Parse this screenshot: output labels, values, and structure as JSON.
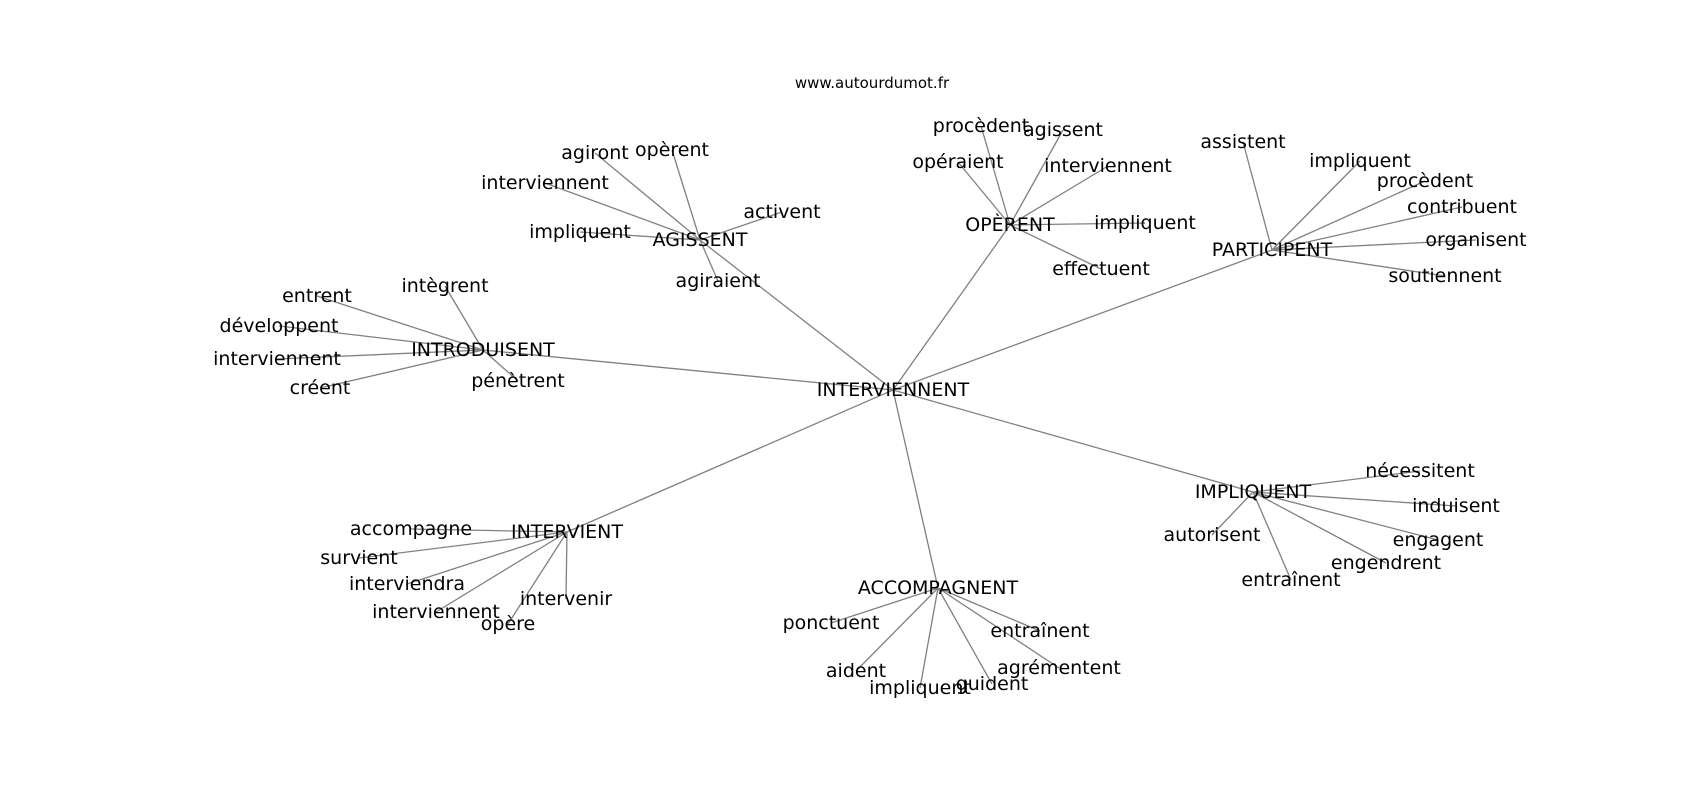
{
  "watermark": "www.autourdumot.fr",
  "center": "INTERVIENNENT",
  "hubs": [
    {
      "id": "agissent",
      "label": "AGISSENT",
      "leaves": [
        {
          "id": "agissent-agiront",
          "label": "agiront"
        },
        {
          "id": "agissent-operent",
          "label": "opèrent"
        },
        {
          "id": "agissent-interviennent",
          "label": "interviennent"
        },
        {
          "id": "agissent-activent",
          "label": "activent"
        },
        {
          "id": "agissent-impliquent",
          "label": "impliquent"
        },
        {
          "id": "agissent-agiraient",
          "label": "agiraient"
        }
      ]
    },
    {
      "id": "operent",
      "label": "OPÈRENT",
      "leaves": [
        {
          "id": "operent-procedent",
          "label": "procèdent"
        },
        {
          "id": "operent-agissent",
          "label": "agissent"
        },
        {
          "id": "operent-operaient",
          "label": "opéraient"
        },
        {
          "id": "operent-interviennent",
          "label": "interviennent"
        },
        {
          "id": "operent-impliquent",
          "label": "impliquent"
        },
        {
          "id": "operent-effectuent",
          "label": "effectuent"
        }
      ]
    },
    {
      "id": "participent",
      "label": "PARTICIPENT",
      "leaves": [
        {
          "id": "participent-assistent",
          "label": "assistent"
        },
        {
          "id": "participent-impliquent",
          "label": "impliquent"
        },
        {
          "id": "participent-procedent",
          "label": "procèdent"
        },
        {
          "id": "participent-contribuent",
          "label": "contribuent"
        },
        {
          "id": "participent-organisent",
          "label": "organisent"
        },
        {
          "id": "participent-soutiennent",
          "label": "soutiennent"
        }
      ]
    },
    {
      "id": "introduisent",
      "label": "INTRODUISENT",
      "leaves": [
        {
          "id": "introduisent-entrent",
          "label": "entrent"
        },
        {
          "id": "introduisent-integrent",
          "label": "intègrent"
        },
        {
          "id": "introduisent-developpent",
          "label": "développent"
        },
        {
          "id": "introduisent-interviennent",
          "label": "interviennent"
        },
        {
          "id": "introduisent-creent",
          "label": "créent"
        },
        {
          "id": "introduisent-penetrent",
          "label": "pénètrent"
        }
      ]
    },
    {
      "id": "intervient",
      "label": "INTERVIENT",
      "leaves": [
        {
          "id": "intervient-accompagne",
          "label": "accompagne"
        },
        {
          "id": "intervient-survient",
          "label": "survient"
        },
        {
          "id": "intervient-interviendra",
          "label": "interviendra"
        },
        {
          "id": "intervient-interviennent",
          "label": "interviennent"
        },
        {
          "id": "intervient-intervenir",
          "label": "intervenir"
        },
        {
          "id": "intervient-opere",
          "label": "opère"
        }
      ]
    },
    {
      "id": "accompagnent",
      "label": "ACCOMPAGNENT",
      "leaves": [
        {
          "id": "accompagnent-ponctuent",
          "label": "ponctuent"
        },
        {
          "id": "accompagnent-entrainent",
          "label": "entraînent"
        },
        {
          "id": "accompagnent-agrementent",
          "label": "agrémentent"
        },
        {
          "id": "accompagnent-aident",
          "label": "aident"
        },
        {
          "id": "accompagnent-impliquent",
          "label": "impliquent"
        },
        {
          "id": "accompagnent-guident",
          "label": "guident"
        }
      ]
    },
    {
      "id": "impliquent",
      "label": "IMPLIQUENT",
      "leaves": [
        {
          "id": "impliquent-necessitent",
          "label": "nécessitent"
        },
        {
          "id": "impliquent-induisent",
          "label": "induisent"
        },
        {
          "id": "impliquent-autorisent",
          "label": "autorisent"
        },
        {
          "id": "impliquent-engagent",
          "label": "engagent"
        },
        {
          "id": "impliquent-engendrent",
          "label": "engendrent"
        },
        {
          "id": "impliquent-entrainent",
          "label": "entraînent"
        }
      ]
    }
  ]
}
